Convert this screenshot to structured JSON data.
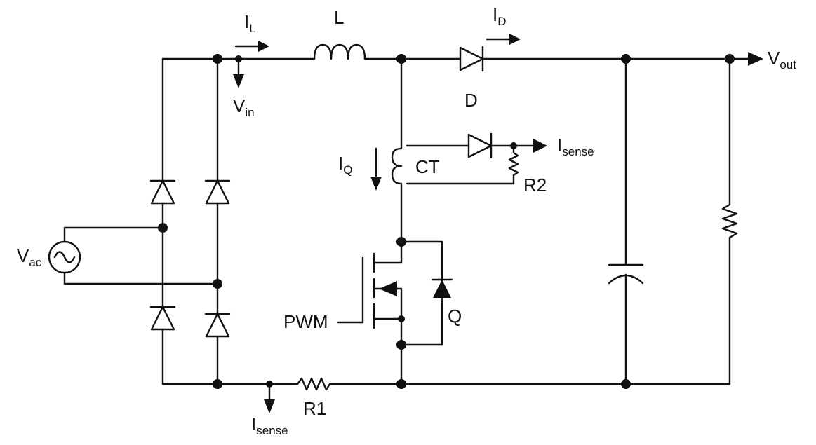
{
  "labels": {
    "i_l": {
      "main": "I",
      "sub": "L"
    },
    "inductor": "L",
    "i_d": {
      "main": "I",
      "sub": "D"
    },
    "v_out": {
      "main": "V",
      "sub": "out"
    },
    "v_in": {
      "main": "V",
      "sub": "in"
    },
    "diode": "D",
    "i_sense_ct": {
      "main": "I",
      "sub": "sense"
    },
    "i_q": {
      "main": "I",
      "sub": "Q"
    },
    "ct": "CT",
    "r2": "R2",
    "v_ac": {
      "main": "V",
      "sub": "ac"
    },
    "pwm": "PWM",
    "q": "Q",
    "r1": "R1",
    "i_sense_r1": {
      "main": "I",
      "sub": "sense"
    }
  },
  "colors": {
    "ink": "#111111",
    "background": "#ffffff"
  }
}
